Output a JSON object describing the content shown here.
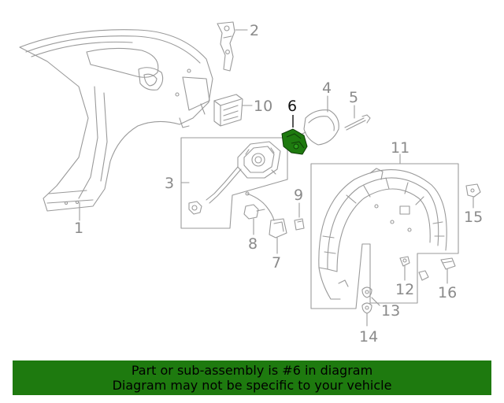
{
  "diagram": {
    "callouts": {
      "c1": "1",
      "c2": "2",
      "c3": "3",
      "c4": "4",
      "c5": "5",
      "c6": "6",
      "c7": "7",
      "c8": "8",
      "c9": "9",
      "c10": "10",
      "c11": "11",
      "c12": "12",
      "c13": "13",
      "c14": "14",
      "c15": "15",
      "c16": "16"
    },
    "highlighted_part": "6",
    "colors": {
      "highlight": "#1e7a0f",
      "line": "#9a9a9a",
      "label": "#8a8a8a",
      "active_label": "#111111"
    }
  },
  "banner": {
    "line1": "Part or sub-assembly is #6 in diagram",
    "line2": "Diagram may not be specific to your vehicle",
    "color": "#1e7a0f"
  }
}
